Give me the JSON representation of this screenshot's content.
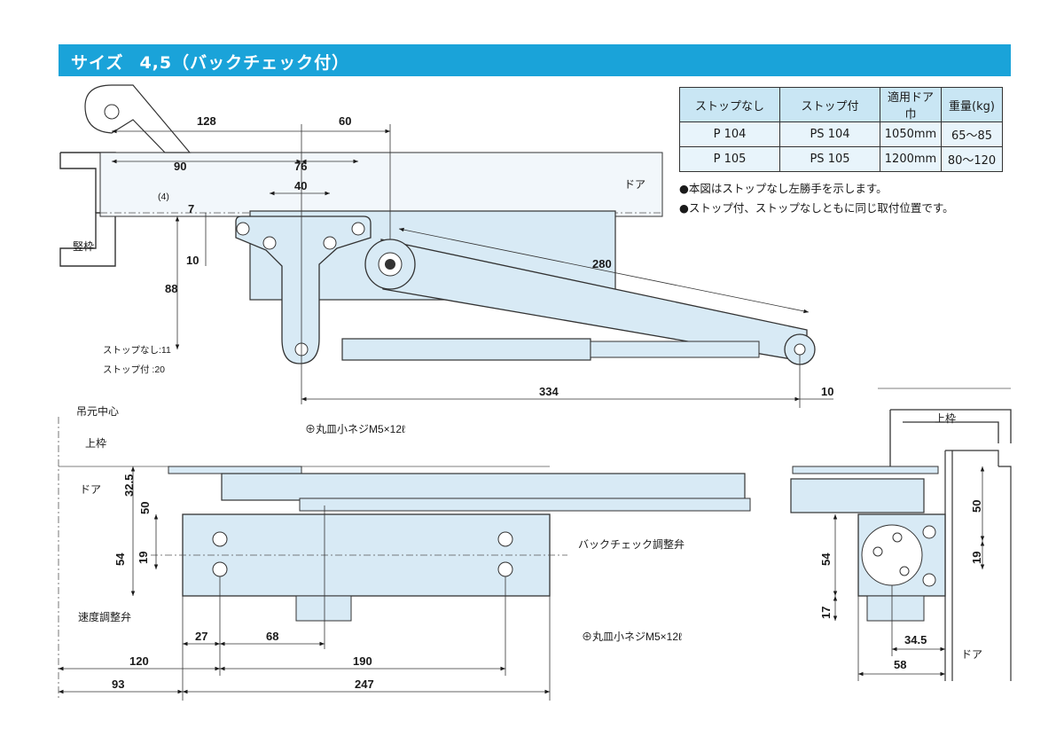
{
  "header": {
    "title": "サイズ",
    "size": "4,5（バックチェック付）"
  },
  "spec_table": {
    "headers": [
      "ストップなし",
      "ストップ付",
      "適用ドア巾",
      "重量(kg)"
    ],
    "rows": [
      [
        "P 104",
        "PS 104",
        "1050mm",
        "65～85"
      ],
      [
        "P 105",
        "PS 105",
        "1200mm",
        "80～120"
      ]
    ]
  },
  "notes": [
    "●本図はストップなし左勝手を示します。",
    "●ストップ付、ストップなしともに同じ取付位置です。"
  ],
  "labels": {
    "frame_vertical": "竪枠",
    "door": "ドア",
    "hinge_center": "吊元中心",
    "frame_top": "上枠",
    "screw_1": "⊕丸皿小ネジM5×12ℓ",
    "screw_2": "⊕丸皿小ネジM5×12ℓ",
    "backcheck_valve": "バックチェック調整弁",
    "speed_valve": "速度調整弁",
    "stop_none": "ストップなし:11",
    "stop_with": "ストップ付  :20"
  },
  "dims": {
    "d128": "128",
    "d60": "60",
    "d90": "90",
    "d76": "76",
    "d40": "40",
    "d4": "(4)",
    "d7": "7",
    "d10a": "10",
    "d88": "88",
    "d280": "280",
    "d334": "334",
    "d10b": "10",
    "d32_5": "32.5",
    "d50a": "50",
    "d54a": "54",
    "d19a": "19",
    "d27": "27",
    "d68": "68",
    "d120": "120",
    "d190": "190",
    "d93": "93",
    "d247": "247",
    "d50b": "50",
    "d54b": "54",
    "d19b": "19",
    "d17": "17",
    "d34_5": "34.5",
    "d58": "58"
  }
}
